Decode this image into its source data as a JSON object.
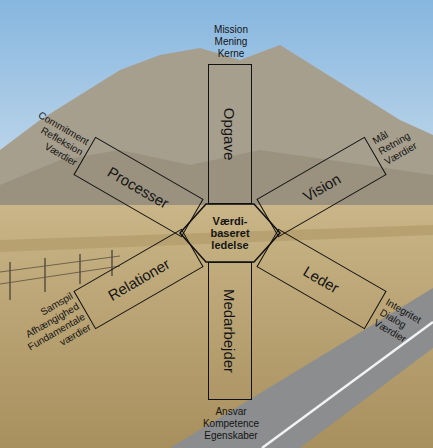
{
  "diagram": {
    "nodes": [
      {
        "text": [
          "Værdi- baseret ledelse"
        ]
      },
      {
        "text": [
          "Opgave",
          "Mission Mening Kerne"
        ]
      },
      {
        "text": [
          "Vision",
          "Mål Retning Værdier"
        ]
      },
      {
        "text": [
          "Leder",
          "Integritet Dialog Værdier"
        ]
      },
      {
        "text": [
          "Medarbejder",
          "Ansvar Kompetence Egenskaber"
        ]
      },
      {
        "text": [
          "Relationer",
          "Samspil Afhængighed Fundamentale værdier"
        ]
      },
      {
        "text": [
          "Processer",
          "Commitment Refleksion Værdier"
        ]
      }
    ]
  }
}
